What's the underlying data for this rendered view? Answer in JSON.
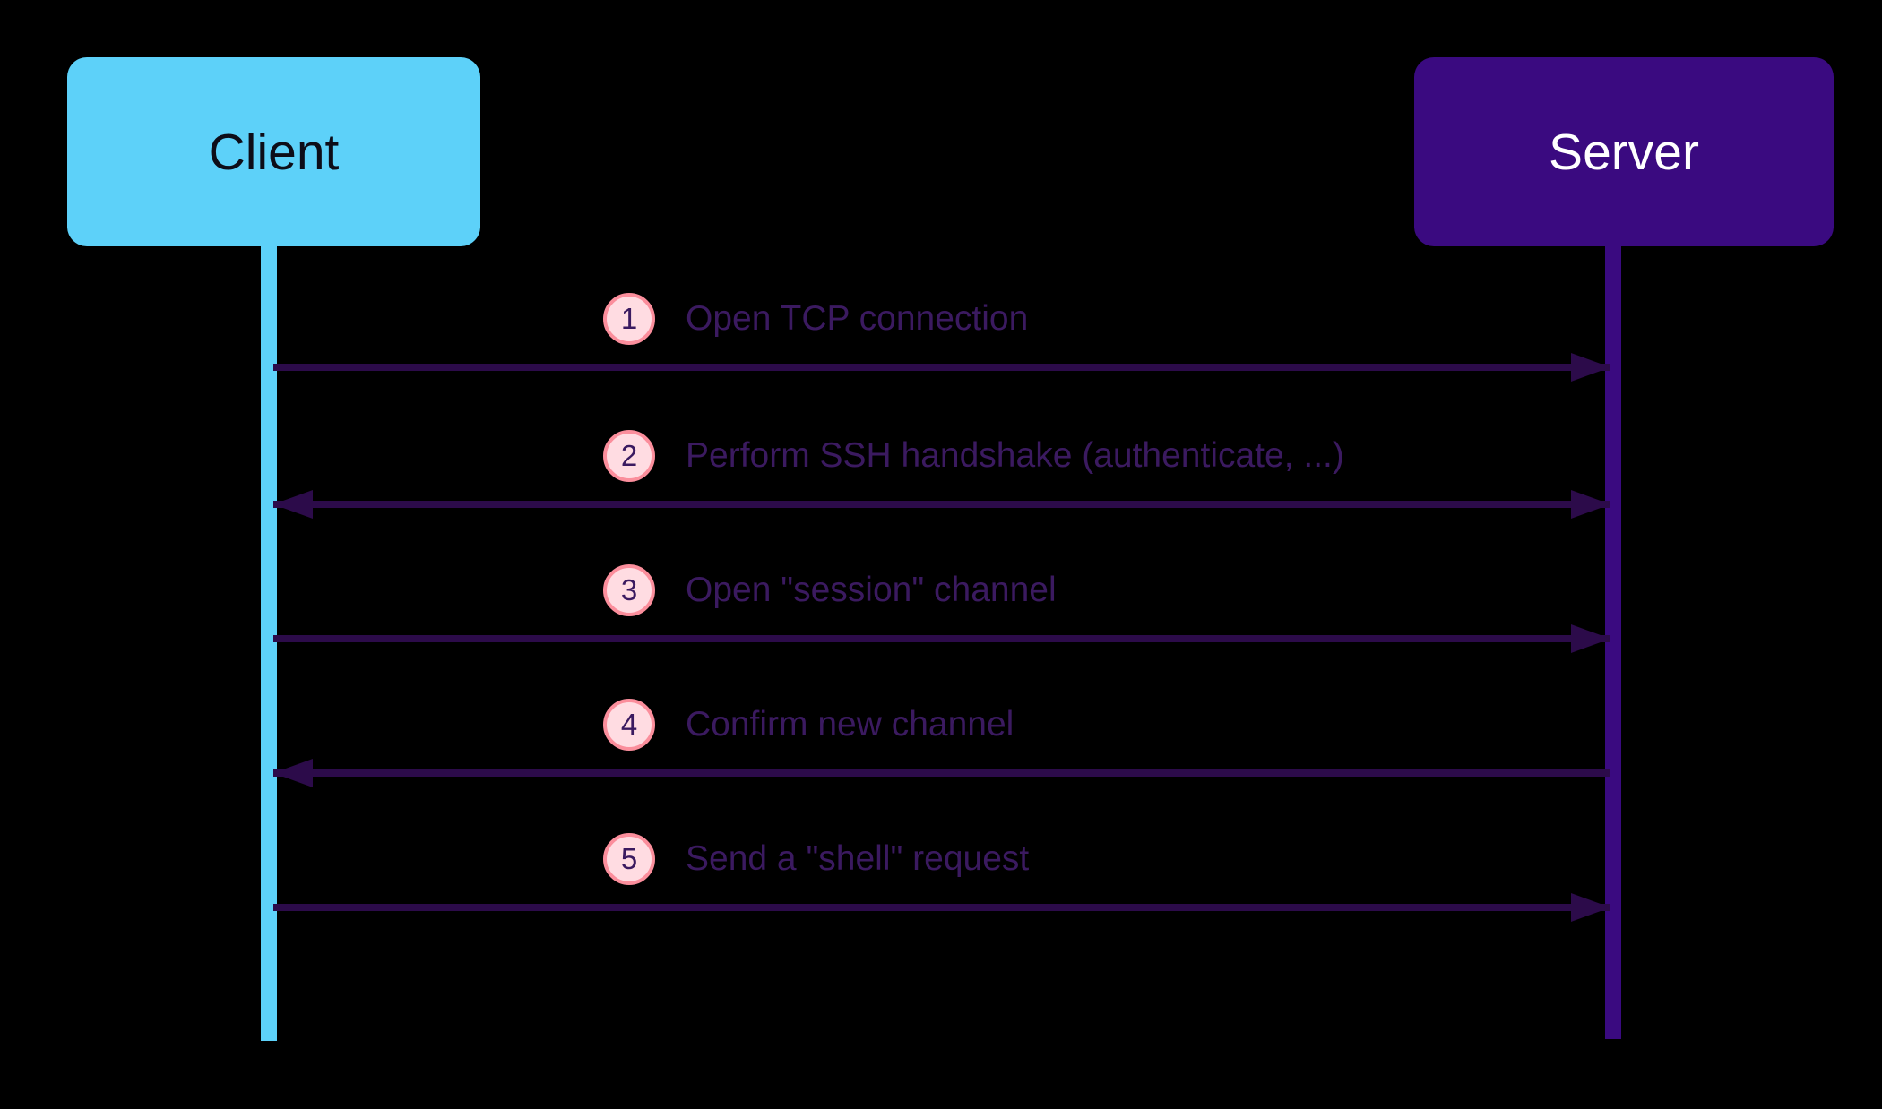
{
  "actors": {
    "client": {
      "label": "Client"
    },
    "server": {
      "label": "Server"
    }
  },
  "messages": [
    {
      "number": "1",
      "label": "Open TCP connection",
      "direction": "right"
    },
    {
      "number": "2",
      "label": "Perform SSH handshake (authenticate, ...)",
      "direction": "both"
    },
    {
      "number": "3",
      "label": "Open \"session\" channel",
      "direction": "right"
    },
    {
      "number": "4",
      "label": "Confirm new channel",
      "direction": "left"
    },
    {
      "number": "5",
      "label": "Send a \"shell\" request",
      "direction": "right"
    }
  ],
  "colors": {
    "background": "#000000",
    "client_fill": "#5dd1f9",
    "client_text": "#0d0d18",
    "server_fill": "#3a0a80",
    "server_text": "#ffffff",
    "arrow": "#2c0b4a",
    "label_text": "#3b1a60",
    "badge_fill": "#ffdce2",
    "badge_border": "#fb8e9c"
  }
}
